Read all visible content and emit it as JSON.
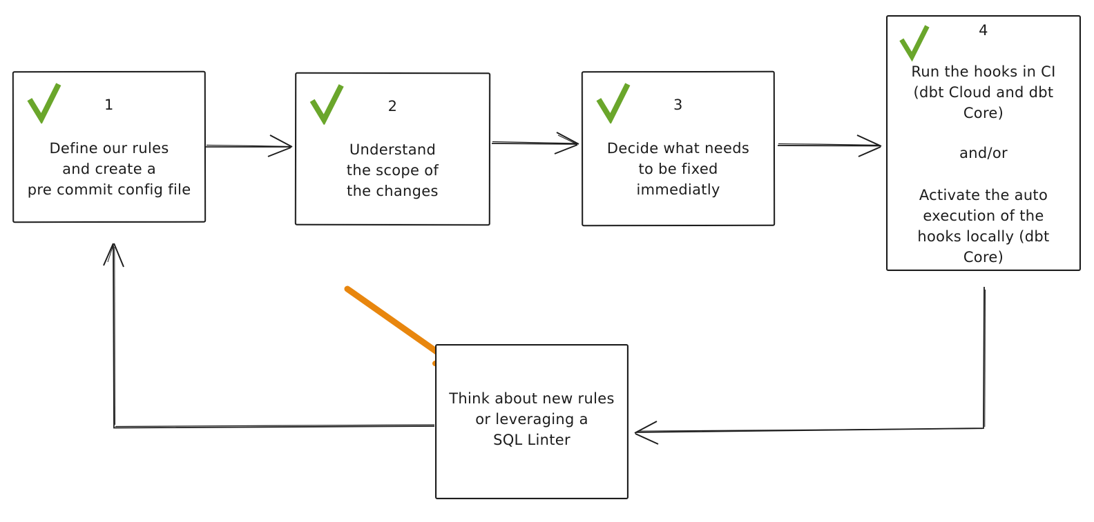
{
  "colors": {
    "ink": "#1d1d1d",
    "check_green": "#6aa62b",
    "highlight_orange": "#e8860e",
    "background": "#ffffff"
  },
  "boxes": [
    {
      "number": "1",
      "checked": true,
      "lines": [
        "Define our rules",
        "and create a",
        "pre commit config file"
      ]
    },
    {
      "number": "2",
      "checked": true,
      "lines": [
        "Understand",
        "the scope of",
        "the changes"
      ]
    },
    {
      "number": "3",
      "checked": true,
      "lines": [
        "Decide what needs",
        "to be fixed",
        "immediatly"
      ]
    },
    {
      "number": "4",
      "checked": true,
      "paragraphs": [
        [
          "Run the hooks in CI",
          "(dbt Cloud and dbt",
          "Core)"
        ],
        [
          "and/or"
        ],
        [
          "Activate the auto",
          "execution of the",
          "hooks locally (dbt",
          "Core)"
        ]
      ]
    },
    {
      "lines": [
        "Think about new rules",
        "or leveraging a",
        "SQL Linter"
      ]
    }
  ]
}
